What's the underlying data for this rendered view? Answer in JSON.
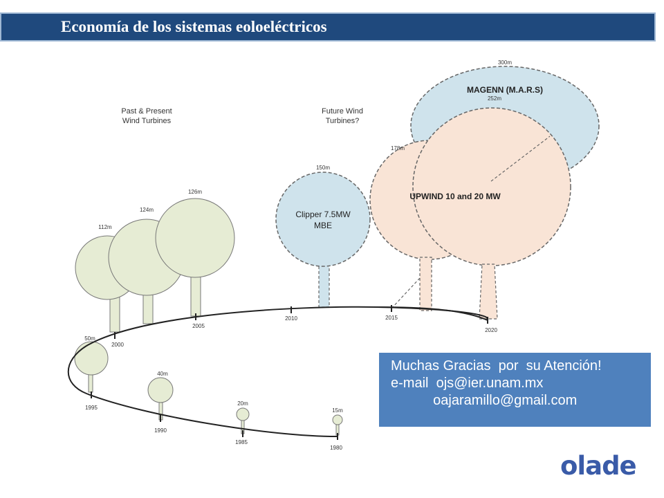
{
  "slide": {
    "title": "Economía de los sistemas eoloeléctricos"
  },
  "diagram": {
    "heading_past": [
      "Past & Present",
      "Wind Turbines"
    ],
    "heading_future": [
      "Future Wind",
      "Turbines?"
    ],
    "years": [
      "1980",
      "1985",
      "1990",
      "1995",
      "2000",
      "2005",
      "2010",
      "2015",
      "2020"
    ],
    "turbines": [
      {
        "label": "15m"
      },
      {
        "label": "20m"
      },
      {
        "label": "40m"
      },
      {
        "label": "50m"
      },
      {
        "label": "112m"
      },
      {
        "label": "124m"
      },
      {
        "label": "126m"
      },
      {
        "label": "150m",
        "name": [
          "Clipper 7.5MW",
          "MBE"
        ]
      },
      {
        "label": "178m",
        "name": "UPWIND 10 and 20 MW"
      },
      {
        "label": "252m"
      },
      {
        "label": "300m",
        "name": "MAGENN (M.A.R.S)"
      }
    ],
    "colors": {
      "past_fill": "#e6ecd4",
      "clipper_fill": "#cfe3ec",
      "upwind_fill": "#f9e4d6",
      "magenn_fill": "#cfe3ec",
      "stroke": "#666666"
    }
  },
  "contact": {
    "line1": "Muchas Gracias  por  su Atención!",
    "line2": "e-mail  ojs@ier.unam.mx",
    "line3": "           oajaramillo@gmail.com"
  },
  "logo": {
    "text": "olade"
  }
}
